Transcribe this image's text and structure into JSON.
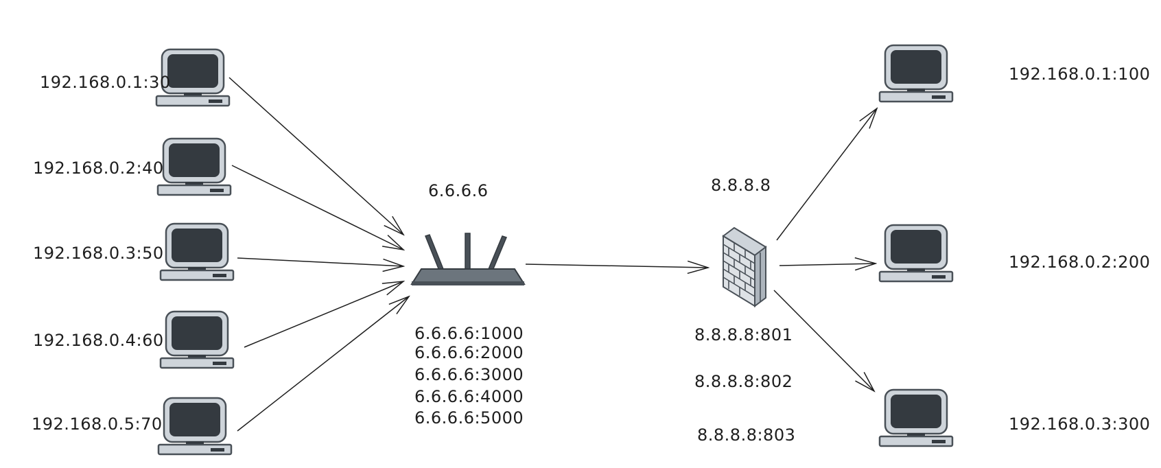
{
  "left_hosts": [
    {
      "label": "192.168.0.1:30"
    },
    {
      "label": "192.168.0.2:40"
    },
    {
      "label": "192.168.0.3:50"
    },
    {
      "label": "192.168.0.4:60"
    },
    {
      "label": "192.168.0.5:70"
    }
  ],
  "router": {
    "ip": "6.6.6.6",
    "ports": [
      "6.6.6.6:1000",
      "6.6.6.6:2000",
      "6.6.6.6:3000",
      "6.6.6.6:4000",
      "6.6.6.6:5000"
    ]
  },
  "firewall": {
    "ip": "8.8.8.8",
    "ports": [
      "8.8.8.8:801",
      "8.8.8.8:802",
      "8.8.8.8:803"
    ]
  },
  "right_hosts": [
    {
      "label": "192.168.0.1:100"
    },
    {
      "label": "192.168.0.2:200"
    },
    {
      "label": "192.168.0.3:300"
    }
  ],
  "icons": {
    "computer": "computer-icon",
    "router": "router-icon",
    "firewall": "firewall-icon"
  },
  "colors": {
    "screen": "#343a40",
    "case": "#ced4da",
    "outline": "#495057",
    "line": "#1e1e1e"
  }
}
